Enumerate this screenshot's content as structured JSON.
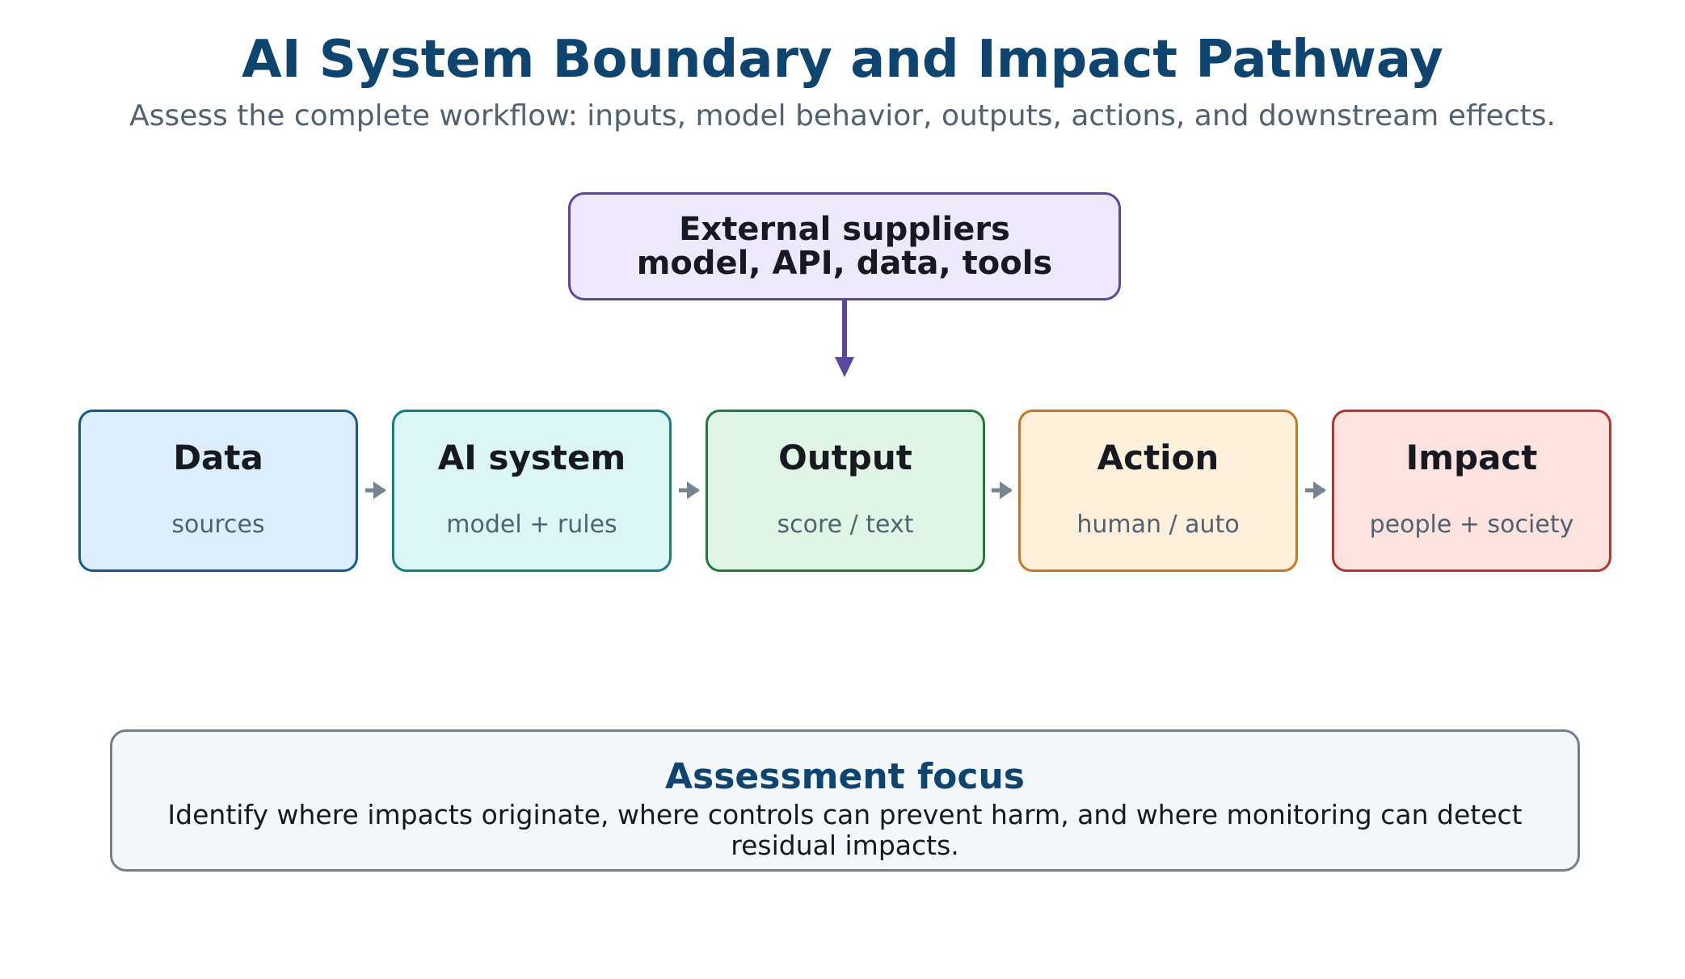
{
  "header": {
    "title": "AI System Boundary and Impact Pathway",
    "subtitle": "Assess the complete workflow: inputs, model behavior, outputs, actions, and downstream effects."
  },
  "supplier": {
    "line1": "External suppliers",
    "line2": "model, API, data, tools",
    "border_color": "#5c47a0",
    "fill_color": "#ede8fb"
  },
  "stages": [
    {
      "title": "Data",
      "subtitle": "sources",
      "border_color": "#165a8c",
      "fill_color": "#dcedfb"
    },
    {
      "title": "AI system",
      "subtitle": "model + rules",
      "border_color": "#12807f",
      "fill_color": "#dcf6f6"
    },
    {
      "title": "Output",
      "subtitle": "score / text",
      "border_color": "#217a3d",
      "fill_color": "#e1f5e6"
    },
    {
      "title": "Action",
      "subtitle": "human / auto",
      "border_color": "#c8761f",
      "fill_color": "#fff0dc"
    },
    {
      "title": "Impact",
      "subtitle": "people + society",
      "border_color": "#b3362c",
      "fill_color": "#fde3e0"
    }
  ],
  "connectors": {
    "flow_arrow_color": "#758593",
    "supplier_arrow_color": "#5c47a0"
  },
  "focus": {
    "title": "Assessment focus",
    "text": "Identify where impacts originate, where controls can prevent harm, and where monitoring can detect residual impacts."
  }
}
